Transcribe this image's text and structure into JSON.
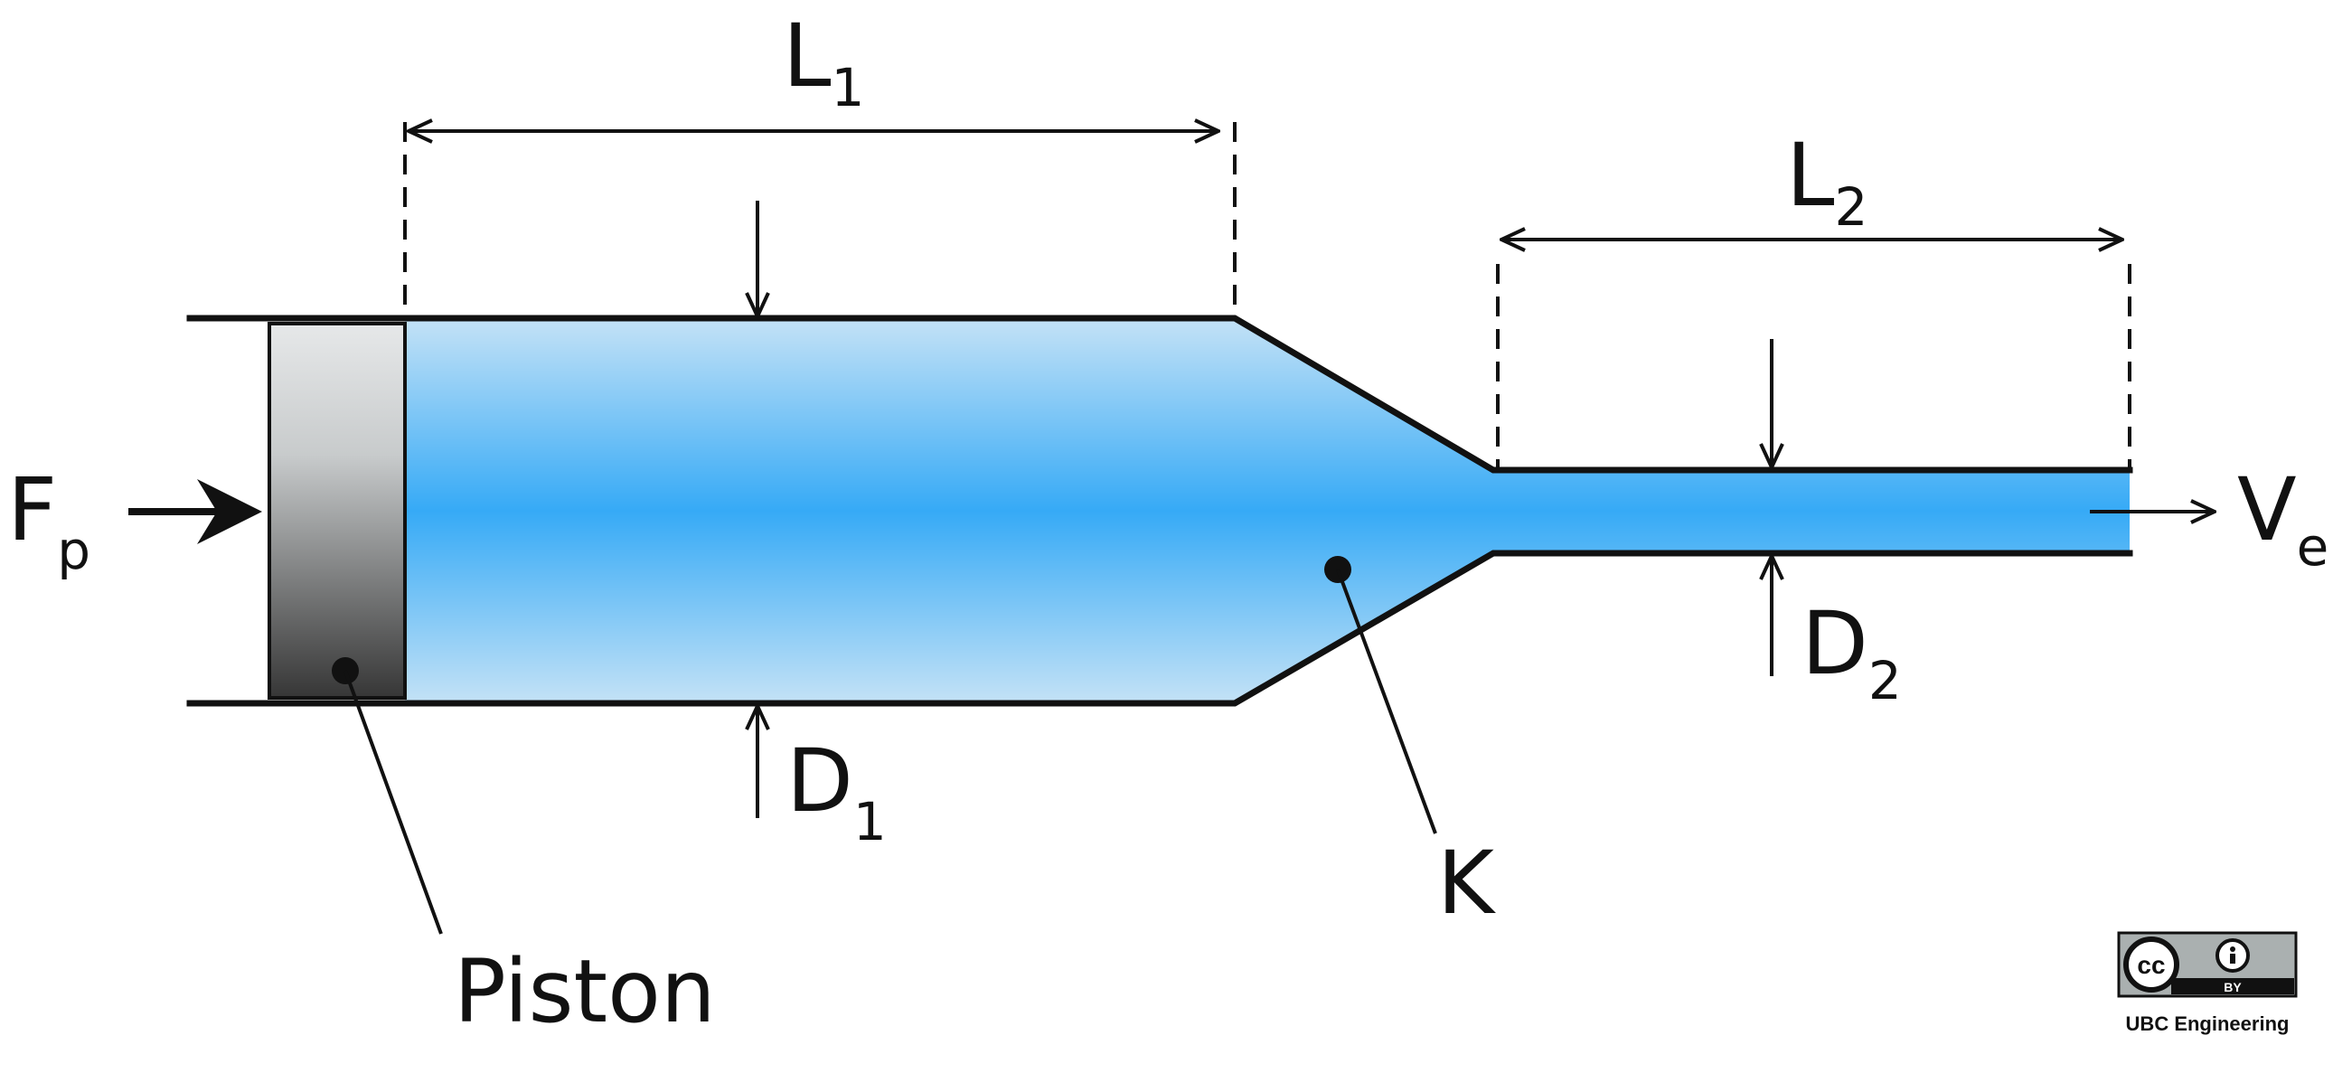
{
  "labels": {
    "force": {
      "main": "F",
      "sub": "p"
    },
    "velocity": {
      "main": "V",
      "sub": "e"
    },
    "length1": {
      "main": "L",
      "sub": "1"
    },
    "length2": {
      "main": "L",
      "sub": "2"
    },
    "diameter1": {
      "main": "D",
      "sub": "1"
    },
    "diameter2": {
      "main": "D",
      "sub": "2"
    },
    "loss_coefficient": "K",
    "piston": "Piston"
  },
  "license": {
    "cc_mark": "cc",
    "by_mark": "BY",
    "attribution": "UBC Engineering"
  },
  "colors": {
    "fluid_center": "#36aaf6",
    "fluid_edge": "#c4e2f6",
    "piston_light": "#e2e5e6",
    "piston_dark": "#3b3b3b",
    "line": "#111111"
  }
}
